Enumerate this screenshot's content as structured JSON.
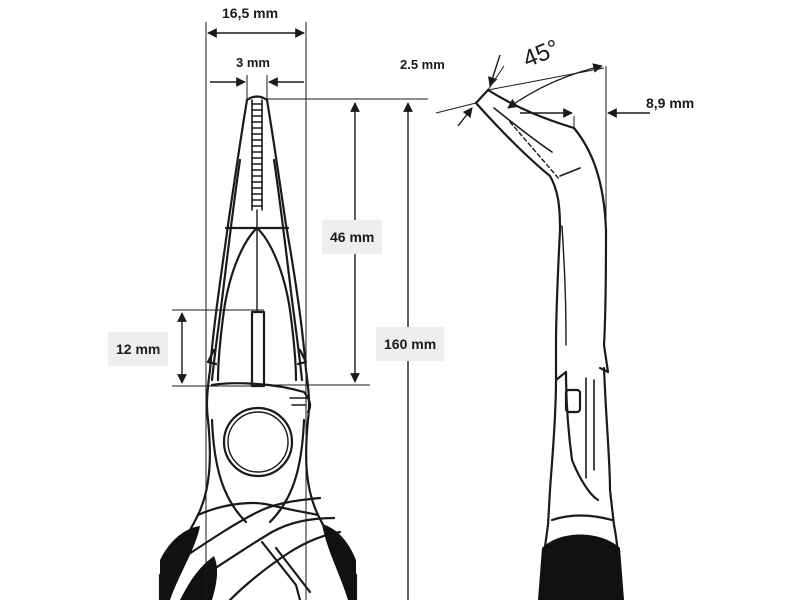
{
  "dimensions": {
    "width_total": "16,5 mm",
    "tip_width": "3 mm",
    "jaw_length": "46 mm",
    "cutter_length": "12 mm",
    "overall_length": "160 mm",
    "tip_thickness": "2.5 mm",
    "bend_angle": "45°",
    "side_offset": "8,9 mm"
  },
  "colors": {
    "line": "#1a1a1a",
    "handle_grip": "#111111",
    "label_background": "#eeeeee"
  }
}
